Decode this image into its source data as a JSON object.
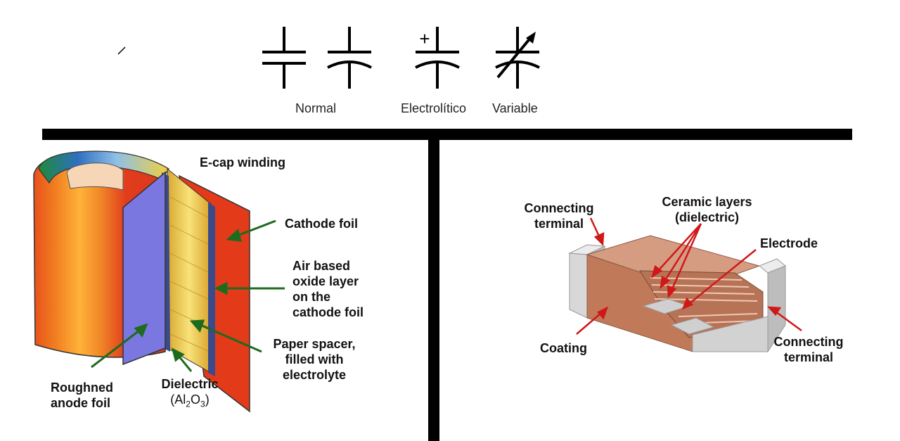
{
  "symbols": {
    "labels": [
      "Normal",
      "Electrolítico",
      "Variable"
    ],
    "electrolytic_sign": "+"
  },
  "ecap": {
    "title": "E-cap winding",
    "labels": {
      "cathode_foil": "Cathode foil",
      "air_oxide": [
        "Air based",
        "oxide layer",
        "on the",
        "cathode foil"
      ],
      "paper_spacer": [
        "Paper spacer,",
        "filled with",
        "electrolyte"
      ],
      "dielectric": "Dielectric",
      "dielectric_formula": {
        "a": "(Al",
        "s1": "2",
        "b": "O",
        "s2": "3",
        "c": ")"
      },
      "anode": [
        "Roughned",
        "anode foil"
      ]
    },
    "arrow_color": "#1e6b1e"
  },
  "mlcc": {
    "labels": {
      "connecting_terminal_top": [
        "Connecting",
        "terminal"
      ],
      "ceramic_layers": [
        "Ceramic layers",
        "(dielectric)"
      ],
      "electrode": "Electrode",
      "coating": "Coating",
      "connecting_terminal_bottom": [
        "Connecting",
        "terminal"
      ]
    },
    "arrow_color": "#d01818",
    "body_color": "#c8876a",
    "terminal_color": "#d4d4d4"
  }
}
